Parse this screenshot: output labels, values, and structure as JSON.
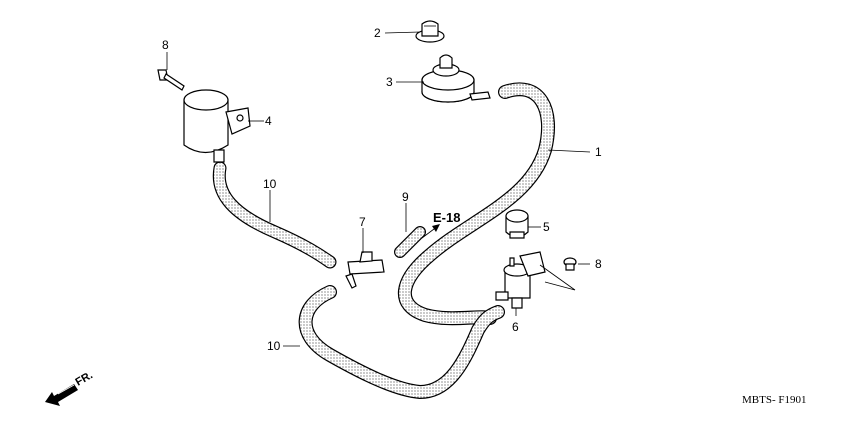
{
  "callouts": {
    "c1": "1",
    "c2": "2",
    "c3": "3",
    "c4": "4",
    "c5": "5",
    "c6": "6",
    "c7": "7",
    "c8a": "8",
    "c8b": "8",
    "c9": "9",
    "c10a": "10",
    "c10b": "10"
  },
  "reference": "E-18",
  "direction_label": "FR.",
  "diagram_code": "MBTS- F1901"
}
